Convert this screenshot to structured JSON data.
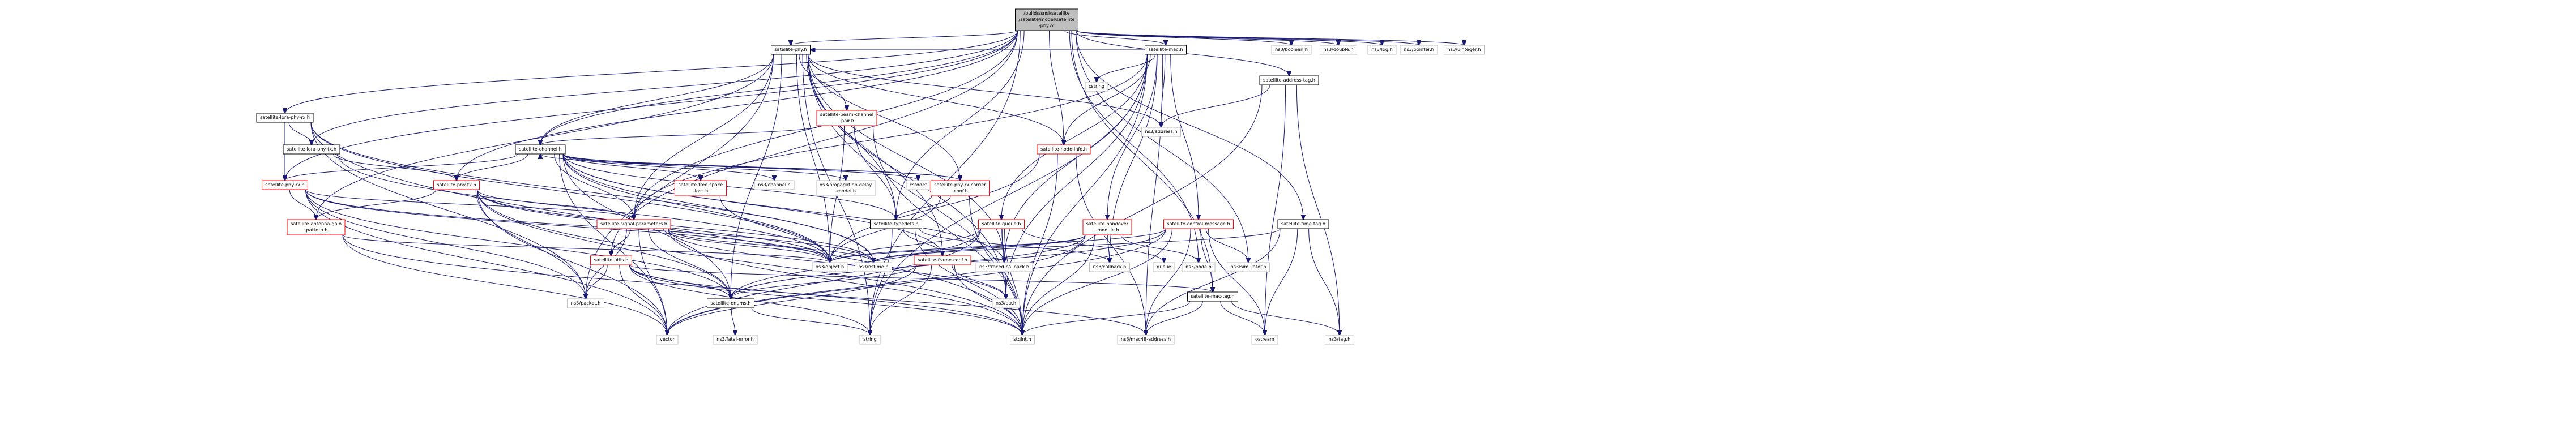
{
  "nodes": [
    {
      "id": "root",
      "lines": [
        "/builds/snsi/satellite",
        "/satellite/model/satellite",
        "-phy.cc"
      ],
      "kind": "root"
    },
    {
      "id": "mac_h",
      "lines": [
        "satellite-mac.h"
      ],
      "kind": "normal"
    },
    {
      "id": "boolean",
      "lines": [
        "ns3/boolean.h"
      ],
      "kind": "leaf"
    },
    {
      "id": "double",
      "lines": [
        "ns3/double.h"
      ],
      "kind": "leaf"
    },
    {
      "id": "log",
      "lines": [
        "ns3/log.h"
      ],
      "kind": "leaf"
    },
    {
      "id": "pointer",
      "lines": [
        "ns3/pointer.h"
      ],
      "kind": "leaf"
    },
    {
      "id": "uinteger",
      "lines": [
        "ns3/uinteger.h"
      ],
      "kind": "leaf"
    },
    {
      "id": "phy_h",
      "lines": [
        "satellite-phy.h"
      ],
      "kind": "normal"
    },
    {
      "id": "cstring",
      "lines": [
        "cstring"
      ],
      "kind": "leaf"
    },
    {
      "id": "address_tag",
      "lines": [
        "satellite-address-tag.h"
      ],
      "kind": "normal"
    },
    {
      "id": "lora_rx",
      "lines": [
        "satellite-lora-phy-rx.h"
      ],
      "kind": "normal"
    },
    {
      "id": "beam_pair",
      "lines": [
        "satellite-beam-channel",
        "-pair.h"
      ],
      "kind": "red"
    },
    {
      "id": "address",
      "lines": [
        "ns3/address.h"
      ],
      "kind": "leaf"
    },
    {
      "id": "lora_tx",
      "lines": [
        "satellite-lora-phy-tx.h"
      ],
      "kind": "normal"
    },
    {
      "id": "channel",
      "lines": [
        "satellite-channel.h"
      ],
      "kind": "normal"
    },
    {
      "id": "node_info",
      "lines": [
        "satellite-node-info.h"
      ],
      "kind": "red"
    },
    {
      "id": "phy_rx",
      "lines": [
        "satellite-phy-rx.h"
      ],
      "kind": "red"
    },
    {
      "id": "phy_tx",
      "lines": [
        "satellite-phy-tx.h"
      ],
      "kind": "red"
    },
    {
      "id": "free_space",
      "lines": [
        "satellite-free-space",
        "-loss.h"
      ],
      "kind": "red"
    },
    {
      "id": "ns3_channel",
      "lines": [
        "ns3/channel.h"
      ],
      "kind": "leaf"
    },
    {
      "id": "propagation",
      "lines": [
        "ns3/propagation-delay",
        "-model.h"
      ],
      "kind": "leaf"
    },
    {
      "id": "cstddef",
      "lines": [
        "cstddef"
      ],
      "kind": "leaf"
    },
    {
      "id": "carrier_conf",
      "lines": [
        "satellite-phy-rx-carrier",
        "-conf.h"
      ],
      "kind": "red"
    },
    {
      "id": "antenna",
      "lines": [
        "satellite-antenna-gain",
        "-pattern.h"
      ],
      "kind": "red"
    },
    {
      "id": "signal_params",
      "lines": [
        "satellite-signal-parameters.h"
      ],
      "kind": "red"
    },
    {
      "id": "typedefs",
      "lines": [
        "satellite-typedefs.h"
      ],
      "kind": "normal"
    },
    {
      "id": "queue_h",
      "lines": [
        "satellite-queue.h"
      ],
      "kind": "red"
    },
    {
      "id": "handover",
      "lines": [
        "satellite-handover",
        "-module.h"
      ],
      "kind": "red"
    },
    {
      "id": "ctrl_msg",
      "lines": [
        "satellite-control-message.h"
      ],
      "kind": "red"
    },
    {
      "id": "time_tag",
      "lines": [
        "satellite-time-tag.h"
      ],
      "kind": "normal"
    },
    {
      "id": "utils",
      "lines": [
        "satellite-utils.h"
      ],
      "kind": "red"
    },
    {
      "id": "object",
      "lines": [
        "ns3/object.h"
      ],
      "kind": "leaf"
    },
    {
      "id": "nstime",
      "lines": [
        "ns3/nstime.h"
      ],
      "kind": "leaf"
    },
    {
      "id": "frame_conf",
      "lines": [
        "satellite-frame-conf.h"
      ],
      "kind": "red"
    },
    {
      "id": "traced_cb",
      "lines": [
        "ns3/traced-callback.h"
      ],
      "kind": "leaf"
    },
    {
      "id": "callback",
      "lines": [
        "ns3/callback.h"
      ],
      "kind": "leaf"
    },
    {
      "id": "queue",
      "lines": [
        "queue"
      ],
      "kind": "leaf"
    },
    {
      "id": "ns3_node",
      "lines": [
        "ns3/node.h"
      ],
      "kind": "leaf"
    },
    {
      "id": "simulator",
      "lines": [
        "ns3/simulator.h"
      ],
      "kind": "leaf"
    },
    {
      "id": "packet",
      "lines": [
        "ns3/packet.h"
      ],
      "kind": "leaf"
    },
    {
      "id": "enums",
      "lines": [
        "satellite-enums.h"
      ],
      "kind": "normal"
    },
    {
      "id": "ptr",
      "lines": [
        "ns3/ptr.h"
      ],
      "kind": "leaf"
    },
    {
      "id": "mac_tag",
      "lines": [
        "satellite-mac-tag.h"
      ],
      "kind": "normal"
    },
    {
      "id": "fatal_error",
      "lines": [
        "ns3/fatal-error.h"
      ],
      "kind": "leaf"
    },
    {
      "id": "vector",
      "lines": [
        "vector"
      ],
      "kind": "leaf"
    },
    {
      "id": "string",
      "lines": [
        "string"
      ],
      "kind": "leaf"
    },
    {
      "id": "stdint",
      "lines": [
        "stdint.h"
      ],
      "kind": "leaf"
    },
    {
      "id": "mac48",
      "lines": [
        "ns3/mac48-address.h"
      ],
      "kind": "leaf"
    },
    {
      "id": "ostream",
      "lines": [
        "ostream"
      ],
      "kind": "leaf"
    },
    {
      "id": "tag",
      "lines": [
        "ns3/tag.h"
      ],
      "kind": "leaf"
    }
  ],
  "edges": [
    [
      "root",
      "mac_h"
    ],
    [
      "root",
      "boolean"
    ],
    [
      "root",
      "double"
    ],
    [
      "root",
      "log"
    ],
    [
      "root",
      "pointer"
    ],
    [
      "root",
      "uinteger"
    ],
    [
      "root",
      "phy_h"
    ],
    [
      "root",
      "address_tag"
    ],
    [
      "root",
      "lora_rx"
    ],
    [
      "root",
      "lora_tx"
    ],
    [
      "root",
      "channel"
    ],
    [
      "root",
      "node_info"
    ],
    [
      "root",
      "phy_rx"
    ],
    [
      "root",
      "phy_tx"
    ],
    [
      "root",
      "signal_params"
    ],
    [
      "root",
      "typedefs"
    ],
    [
      "root",
      "time_tag"
    ],
    [
      "root",
      "utils"
    ],
    [
      "root",
      "ns3_node"
    ],
    [
      "root",
      "simulator"
    ],
    [
      "root",
      "mac_tag"
    ],
    [
      "root",
      "string"
    ],
    [
      "mac_h",
      "phy_h"
    ],
    [
      "mac_h",
      "cstring"
    ],
    [
      "mac_h",
      "address"
    ],
    [
      "mac_h",
      "node_info"
    ],
    [
      "mac_h",
      "queue_h"
    ],
    [
      "mac_h",
      "handover"
    ],
    [
      "mac_h",
      "ctrl_msg"
    ],
    [
      "mac_h",
      "signal_params"
    ],
    [
      "mac_h",
      "traced_cb"
    ],
    [
      "mac_h",
      "callback"
    ],
    [
      "mac_h",
      "ptr"
    ],
    [
      "mac_h",
      "mac48"
    ],
    [
      "mac_h",
      "stdint"
    ],
    [
      "mac_h",
      "string"
    ],
    [
      "phy_h",
      "beam_pair"
    ],
    [
      "phy_h",
      "address"
    ],
    [
      "phy_h",
      "node_info"
    ],
    [
      "phy_h",
      "channel"
    ],
    [
      "phy_h",
      "carrier_conf"
    ],
    [
      "phy_h",
      "antenna"
    ],
    [
      "phy_h",
      "signal_params"
    ],
    [
      "phy_h",
      "typedefs"
    ],
    [
      "phy_h",
      "frame_conf"
    ],
    [
      "phy_h",
      "object"
    ],
    [
      "phy_h",
      "packet"
    ],
    [
      "phy_h",
      "ptr"
    ],
    [
      "phy_h",
      "enums"
    ],
    [
      "phy_h",
      "stdint"
    ],
    [
      "phy_h",
      "string"
    ],
    [
      "phy_h",
      "traced_cb"
    ],
    [
      "address_tag",
      "address"
    ],
    [
      "address_tag",
      "ostream"
    ],
    [
      "address_tag",
      "tag"
    ],
    [
      "address_tag",
      "stdint"
    ],
    [
      "lora_rx",
      "lora_tx"
    ],
    [
      "lora_rx",
      "phy_rx"
    ],
    [
      "lora_rx",
      "object"
    ],
    [
      "lora_rx",
      "nstime"
    ],
    [
      "lora_rx",
      "packet"
    ],
    [
      "lora_rx",
      "stdint"
    ],
    [
      "lora_tx",
      "phy_tx"
    ],
    [
      "lora_tx",
      "object"
    ],
    [
      "beam_pair",
      "channel"
    ],
    [
      "beam_pair",
      "typedefs"
    ],
    [
      "beam_pair",
      "object"
    ],
    [
      "beam_pair",
      "stdint"
    ],
    [
      "channel",
      "phy_rx"
    ],
    [
      "channel",
      "phy_tx"
    ],
    [
      "channel",
      "free_space"
    ],
    [
      "channel",
      "ns3_channel"
    ],
    [
      "channel",
      "propagation"
    ],
    [
      "channel",
      "cstddef"
    ],
    [
      "channel",
      "carrier_conf"
    ],
    [
      "channel",
      "typedefs"
    ],
    [
      "channel",
      "signal_params"
    ],
    [
      "channel",
      "object"
    ],
    [
      "channel",
      "nstime"
    ],
    [
      "channel",
      "traced_cb"
    ],
    [
      "channel",
      "enums"
    ],
    [
      "channel",
      "vector"
    ],
    [
      "channel",
      "frame_conf"
    ],
    [
      "node_info",
      "object"
    ],
    [
      "node_info",
      "mac48"
    ],
    [
      "node_info",
      "stdint"
    ],
    [
      "phy_rx",
      "antenna"
    ],
    [
      "phy_rx",
      "signal_params"
    ],
    [
      "phy_rx",
      "object"
    ],
    [
      "phy_rx",
      "nstime"
    ],
    [
      "phy_rx",
      "packet"
    ],
    [
      "phy_rx",
      "vector"
    ],
    [
      "phy_rx",
      "enums"
    ],
    [
      "phy_tx",
      "antenna"
    ],
    [
      "phy_tx",
      "signal_params"
    ],
    [
      "phy_tx",
      "object"
    ],
    [
      "phy_tx",
      "nstime"
    ],
    [
      "phy_tx",
      "packet"
    ],
    [
      "phy_tx",
      "enums"
    ],
    [
      "phy_tx",
      "stdint"
    ],
    [
      "phy_tx",
      "vector"
    ],
    [
      "free_space",
      "object"
    ],
    [
      "carrier_conf",
      "channel"
    ],
    [
      "carrier_conf",
      "typedefs"
    ],
    [
      "carrier_conf",
      "object"
    ],
    [
      "carrier_conf",
      "stdint"
    ],
    [
      "antenna",
      "object"
    ],
    [
      "antenna",
      "vector"
    ],
    [
      "antenna",
      "stdint"
    ],
    [
      "signal_params",
      "utils"
    ],
    [
      "signal_params",
      "object"
    ],
    [
      "signal_params",
      "nstime"
    ],
    [
      "signal_params",
      "packet"
    ],
    [
      "signal_params",
      "enums"
    ],
    [
      "signal_params",
      "vector"
    ],
    [
      "signal_params",
      "stdint"
    ],
    [
      "signal_params",
      "ptr"
    ],
    [
      "typedefs",
      "frame_conf"
    ],
    [
      "typedefs",
      "callback"
    ],
    [
      "typedefs",
      "stdint"
    ],
    [
      "typedefs",
      "string"
    ],
    [
      "queue_h",
      "object"
    ],
    [
      "queue_h",
      "traced_cb"
    ],
    [
      "queue_h",
      "enums"
    ],
    [
      "queue_h",
      "queue"
    ],
    [
      "queue_h",
      "ptr"
    ],
    [
      "queue_h",
      "stdint"
    ],
    [
      "queue_h",
      "vector"
    ],
    [
      "handover",
      "object"
    ],
    [
      "handover",
      "callback"
    ],
    [
      "handover",
      "ns3_node"
    ],
    [
      "handover",
      "enums"
    ],
    [
      "handover",
      "nstime"
    ],
    [
      "handover",
      "stdint"
    ],
    [
      "handover",
      "vector"
    ],
    [
      "ctrl_msg",
      "simulator"
    ],
    [
      "ctrl_msg",
      "mac_tag"
    ],
    [
      "ctrl_msg",
      "object"
    ],
    [
      "ctrl_msg",
      "stdint"
    ],
    [
      "ctrl_msg",
      "mac48"
    ],
    [
      "ctrl_msg",
      "enums"
    ],
    [
      "ctrl_msg",
      "ostream"
    ],
    [
      "ctrl_msg",
      "vector"
    ],
    [
      "time_tag",
      "nstime"
    ],
    [
      "time_tag",
      "mac48"
    ],
    [
      "time_tag",
      "ostream"
    ],
    [
      "time_tag",
      "tag"
    ],
    [
      "utils",
      "packet"
    ],
    [
      "utils",
      "enums"
    ],
    [
      "utils",
      "mac_tag"
    ],
    [
      "utils",
      "vector"
    ],
    [
      "utils",
      "string"
    ],
    [
      "utils",
      "stdint"
    ],
    [
      "utils",
      "mac48"
    ],
    [
      "frame_conf",
      "enums"
    ],
    [
      "frame_conf",
      "ptr"
    ],
    [
      "frame_conf",
      "vector"
    ],
    [
      "frame_conf",
      "stdint"
    ],
    [
      "frame_conf",
      "string"
    ],
    [
      "enums",
      "fatal_error"
    ],
    [
      "enums",
      "string"
    ],
    [
      "mac_tag",
      "mac48"
    ],
    [
      "mac_tag",
      "tag"
    ],
    [
      "mac_tag",
      "ostream"
    ],
    [
      "mac_tag",
      "stdint"
    ]
  ],
  "colors": {
    "edge": "#191970",
    "normal_border": "#000000",
    "red_border": "#ff0000",
    "leaf_border": "#bfbfbf",
    "root_fill": "#bfbfbf",
    "fill": "#ffffff",
    "text": "#000000"
  }
}
